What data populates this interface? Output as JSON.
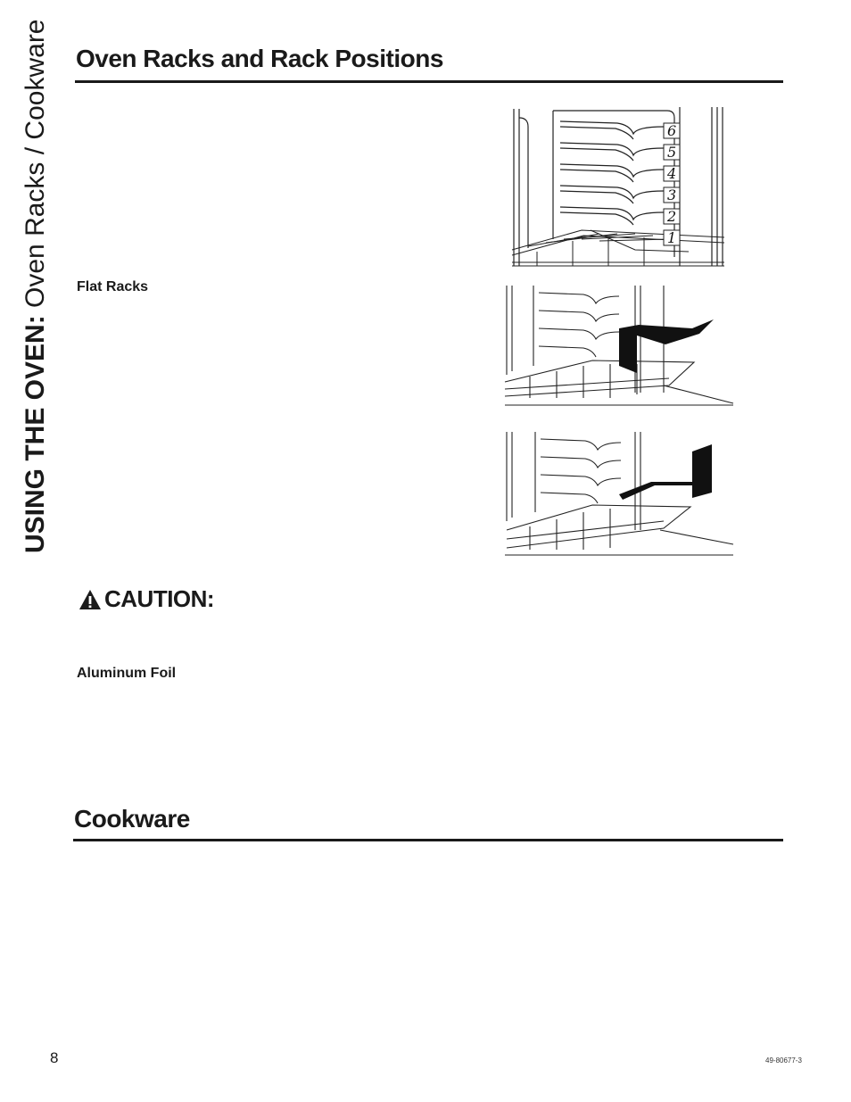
{
  "side_title": {
    "bold": "USING THE OVEN:",
    "light": " Oven Racks / Cookware"
  },
  "sections": {
    "racks": {
      "title": "Oven Racks and Rack Positions"
    },
    "cookware": {
      "title": "Cookware"
    }
  },
  "subheads": {
    "flat_racks": "Flat Racks",
    "aluminum_foil": "Aluminum Foil"
  },
  "caution": {
    "label": "CAUTION:",
    "icon": "warning-triangle-icon"
  },
  "figure_positions": {
    "labels": [
      "6",
      "5",
      "4",
      "3",
      "2",
      "1"
    ]
  },
  "footer": {
    "page_number": "8",
    "doc_number": "49-80677-3"
  }
}
